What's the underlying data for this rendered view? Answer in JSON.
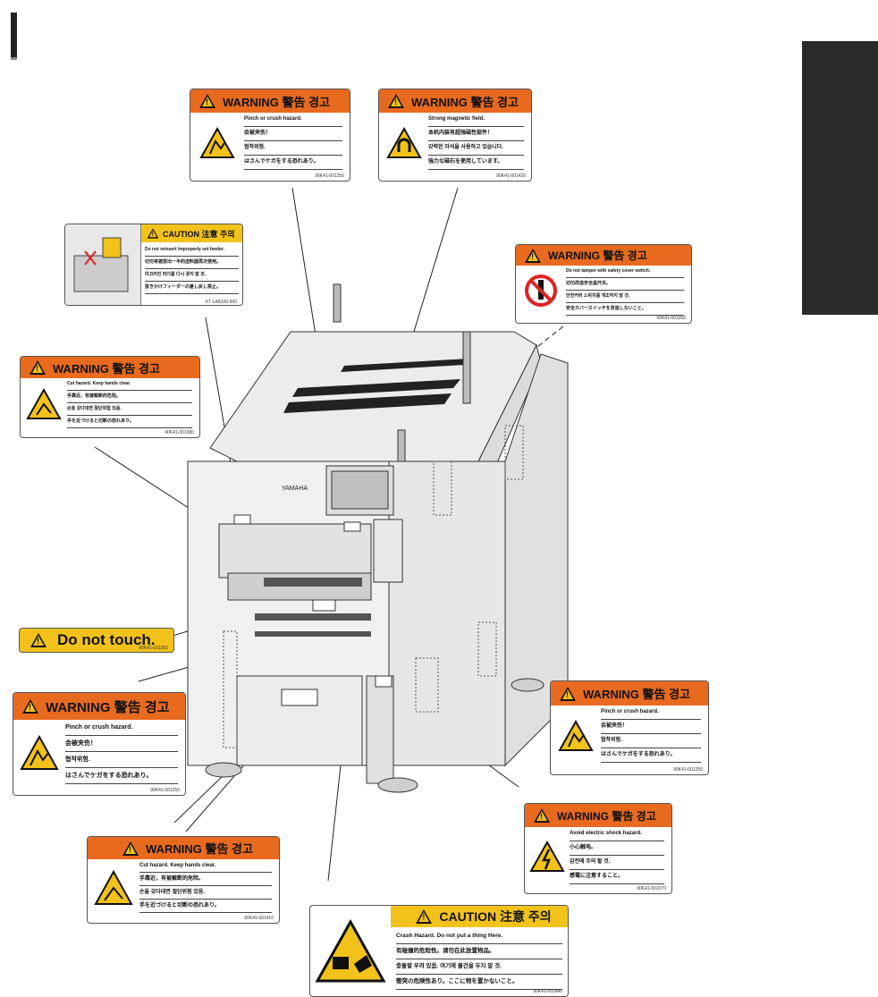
{
  "labels": {
    "warn_pinch_top": {
      "header": "WARNING 警告 경고",
      "lines": [
        "Pinch or crush hazard.",
        "会被夹伤！",
        "협착위험.",
        "はさんでケガをする恐れあり。"
      ],
      "code": "90K41-001250"
    },
    "warn_magnet": {
      "header": "WARNING 警告 경고",
      "lines": [
        "Strong magnetic field.",
        "本机内装有超强磁性部件！",
        "강력한 자석을 사용하고 있습니다.",
        "強力な磁石を使用しています。"
      ],
      "code": "90K41-001420"
    },
    "caution_feeder": {
      "header": "CAUTION 注意 주의",
      "lines": [
        "Do not reinsert improperly set feeder.",
        "切勿将被拔出一半的送料器再次使用。",
        "미끄러진 피더를 다시 꽂지 말 것.",
        "抜きかけフィーダーの差し戻し禁止。"
      ],
      "code": "KT-LA8100-000"
    },
    "warn_cover_switch": {
      "header": "WARNING 警告 경고",
      "lines": [
        "Do not tamper with safety cover switch.",
        "切勿改造安全盖开关。",
        "안전커버 스위치를 개조하지 말 것.",
        "安全カバースイッチを改造しないこと。"
      ],
      "code": "90K41-001260"
    },
    "warn_cut_left": {
      "header": "WARNING 警告 경고",
      "lines": [
        "Cut hazard. Keep hands clear.",
        "手靠近，有被截断的危险。",
        "손을 갖다대면 절단위험 있음.",
        "手を近づけると切断の恐れあり。"
      ],
      "code": "90K41-001580"
    },
    "do_not_touch": {
      "text": "Do not touch.",
      "code": "90K41-001350"
    },
    "warn_pinch_left": {
      "header": "WARNING 警告 경고",
      "lines": [
        "Pinch or crush hazard.",
        "会被夹伤！",
        "협착위험.",
        "はさんでケガをする恐れあり。"
      ],
      "code": "90K41-001250"
    },
    "warn_pinch_right": {
      "header": "WARNING 警告 경고",
      "lines": [
        "Pinch or crush hazard.",
        "会被夹伤！",
        "협착위험.",
        "はさんでケガをする恐れあり。"
      ],
      "code": "90K41-001250"
    },
    "warn_electric": {
      "header": "WARNING 警告 경고",
      "lines": [
        "Avoid electric shock hazard.",
        "小心触电。",
        "감전에 주의 할 것.",
        "感電に注意すること。"
      ],
      "code": "90K41-001070"
    },
    "warn_cut_bottom": {
      "header": "WARNING 警告 경고",
      "lines": [
        "Cut hazard. Keep hands clear.",
        "手靠近，有被截断的危险。",
        "손을 갖다대면 절단위험 있음.",
        "手を近づけると切断の恐れあり。"
      ],
      "code": "90K41-001410"
    },
    "caution_crash": {
      "header": "CAUTION 注意 주의",
      "lines": [
        "Crash Hazard. Do not put a thing Here.",
        "有碰撞的危险性。请勿在此放置物品。",
        "충돌할 우려 있음. 여기에 물건을 두지 말 것.",
        "衝突の危険性あり。ここに物を置かないこと。"
      ],
      "code": "90K41-001840"
    }
  },
  "machine": {
    "brand": "YAMAHA"
  },
  "colors": {
    "warning": "#e86a1f",
    "caution": "#f2c21a"
  }
}
